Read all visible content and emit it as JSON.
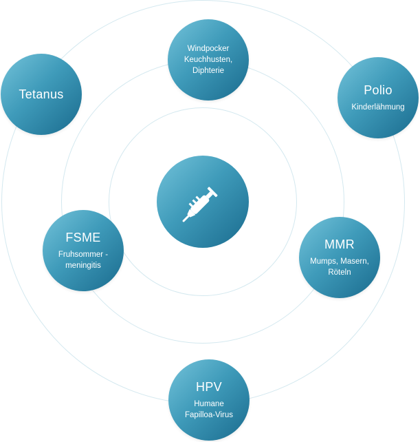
{
  "center": {
    "icon": "syringe-icon"
  },
  "nodes": {
    "dtp": {
      "title": "",
      "subtitle_lines": [
        "Windpocker",
        "Keuchhusten,",
        "Diphterie"
      ]
    },
    "tetanus": {
      "title": "Tetanus"
    },
    "polio": {
      "title": "Polio",
      "subtitle": "Kinderlähmung"
    },
    "fsme": {
      "title": "FSME",
      "subtitle_lines": [
        "Fruhsommer -",
        "meningitis"
      ]
    },
    "mmr": {
      "title": "MMR",
      "subtitle_lines": [
        "Mumps, Masern,",
        "Röteln"
      ]
    },
    "hpv": {
      "title": "HPV",
      "subtitle_lines": [
        "Humane",
        "Fapilloa-Virus"
      ]
    }
  },
  "colors": {
    "gradient_light": "#74c3da",
    "gradient_dark": "#1a6b8e",
    "ring": "#d3e8ef"
  }
}
